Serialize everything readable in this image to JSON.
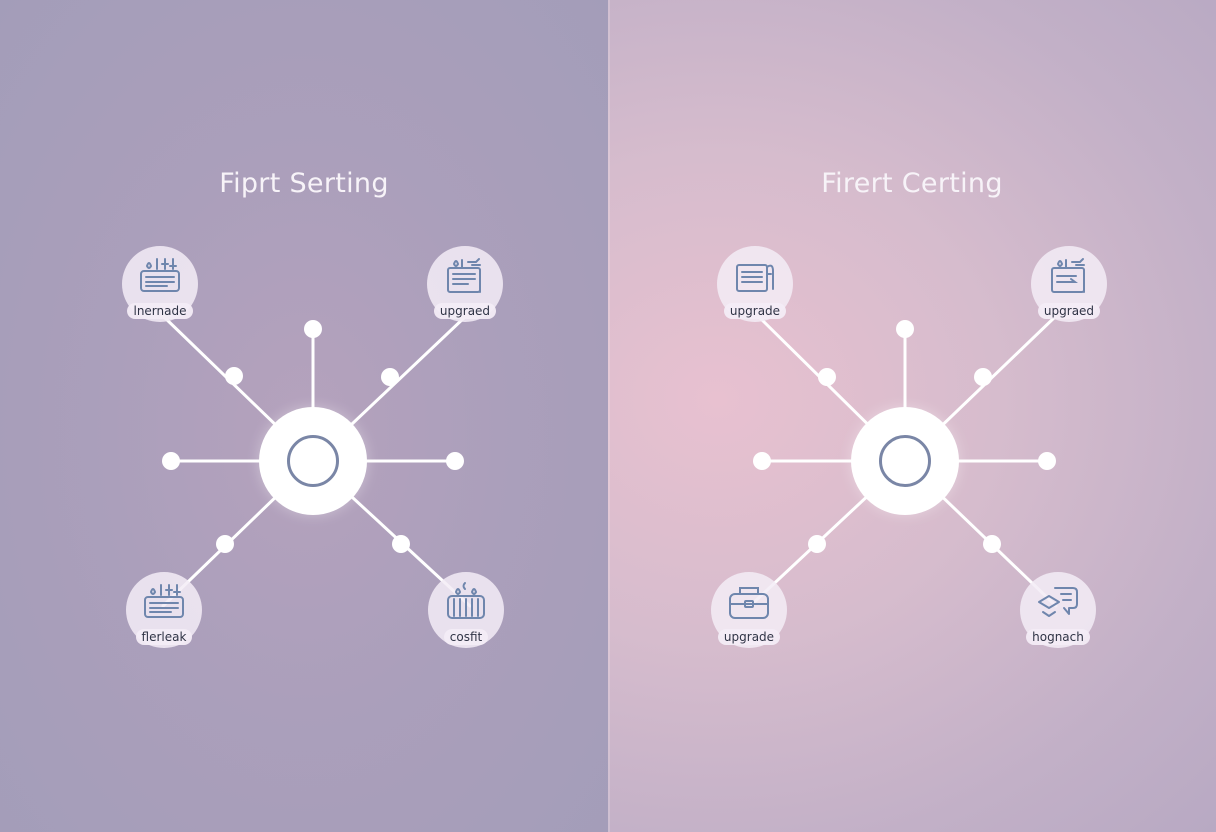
{
  "colors": {
    "line": "#ffffff",
    "icon_stroke": "#6f86ad",
    "hub_ring": "#7a86a6",
    "label_text": "#2f3345"
  },
  "left_panel": {
    "title": "Fiprt Serting",
    "nodes": {
      "top_left": {
        "label": "lnernade",
        "icon": "control-panel-icon"
      },
      "top_right": {
        "label": "upgraed",
        "icon": "tools-document-icon"
      },
      "bottom_left": {
        "label": "flerleak",
        "icon": "control-panel-icon"
      },
      "bottom_right": {
        "label": "cosfit",
        "icon": "radiator-icon"
      }
    }
  },
  "right_panel": {
    "title": "Firert Certing",
    "nodes": {
      "top_left": {
        "label": "upgrade",
        "icon": "document-icon"
      },
      "top_right": {
        "label": "upgraed",
        "icon": "tools-document-icon"
      },
      "bottom_left": {
        "label": "upgrade",
        "icon": "toolbox-icon"
      },
      "bottom_right": {
        "label": "hognach",
        "icon": "chat-bubble-icon"
      }
    }
  }
}
